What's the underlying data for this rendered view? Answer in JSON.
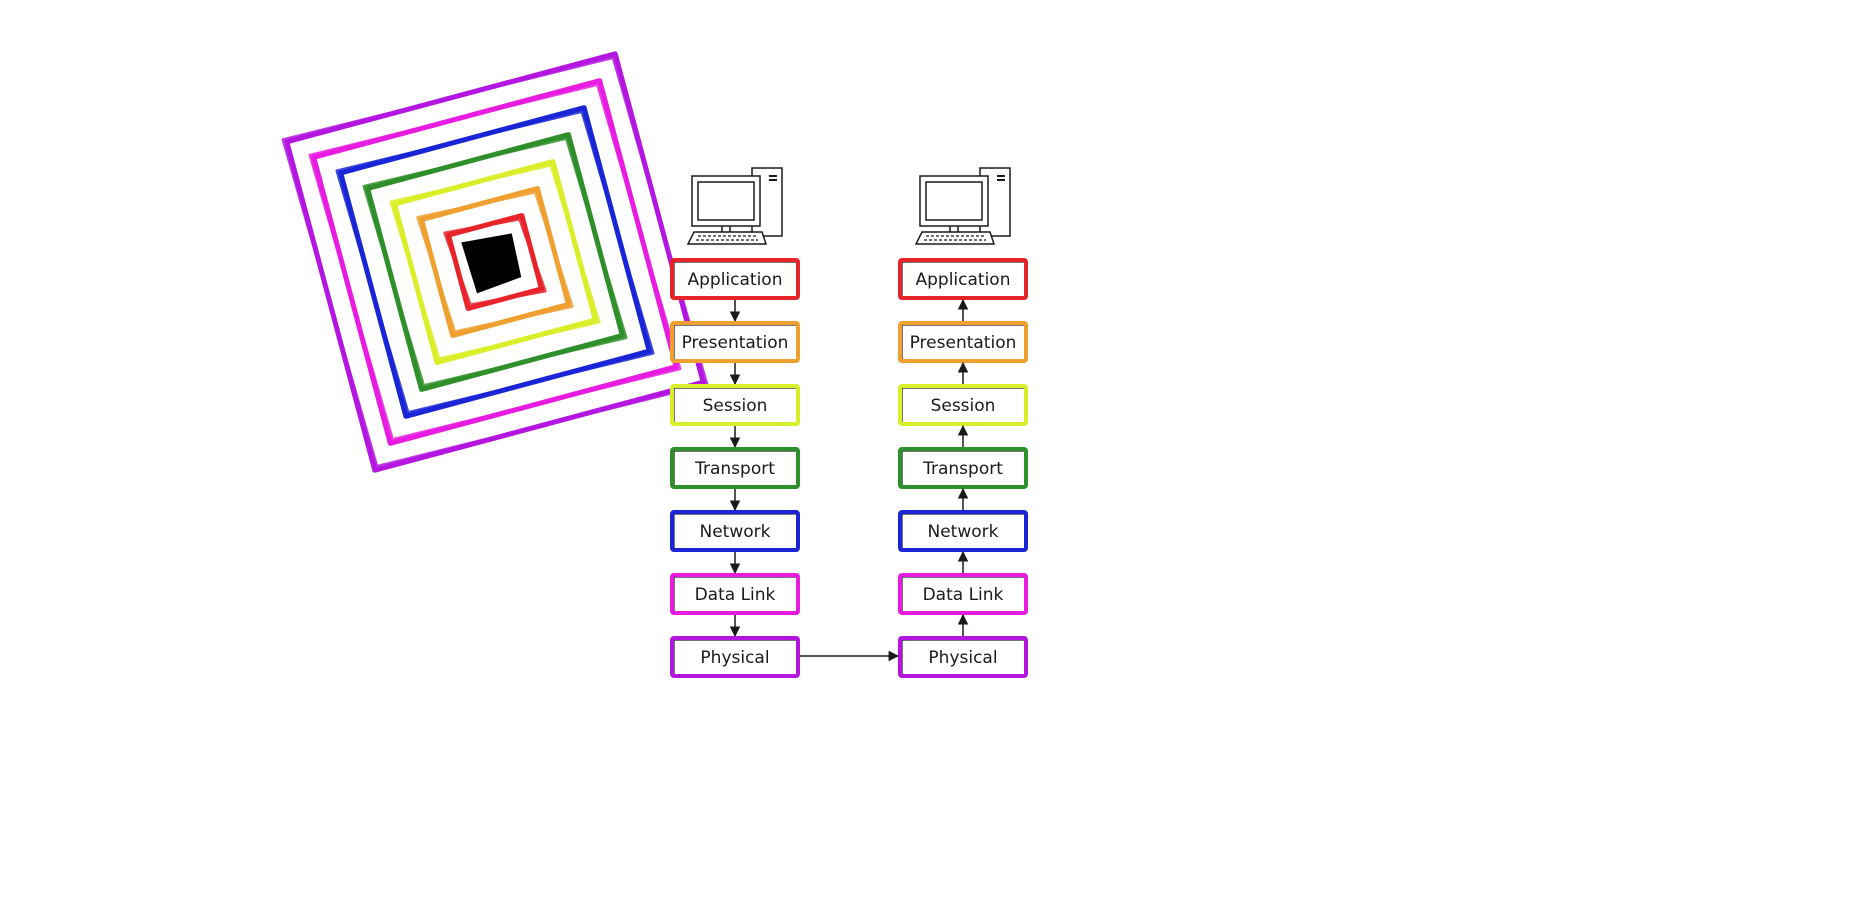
{
  "diagram": {
    "layers": [
      {
        "key": "application",
        "label": "Application",
        "color": "#e8242b"
      },
      {
        "key": "presentation",
        "label": "Presentation",
        "color": "#f0a030"
      },
      {
        "key": "session",
        "label": "Session",
        "color": "#d9ef29"
      },
      {
        "key": "transport",
        "label": "Transport",
        "color": "#2f8f2a"
      },
      {
        "key": "network",
        "label": "Network",
        "color": "#1a26d6"
      },
      {
        "key": "data-link",
        "label": "Data Link",
        "color": "#e81ce0"
      },
      {
        "key": "physical",
        "label": "Physical",
        "color": "#b416e0"
      }
    ],
    "stacks": [
      {
        "key": "sender",
        "direction": "down"
      },
      {
        "key": "receiver",
        "direction": "up"
      }
    ],
    "scribble_ring_colors": [
      "#b416e0",
      "#e81ce0",
      "#1a26d6",
      "#2f8f2a",
      "#d9ef29",
      "#f0a030",
      "#e8242b"
    ],
    "scribble_core_color": "#000000"
  }
}
